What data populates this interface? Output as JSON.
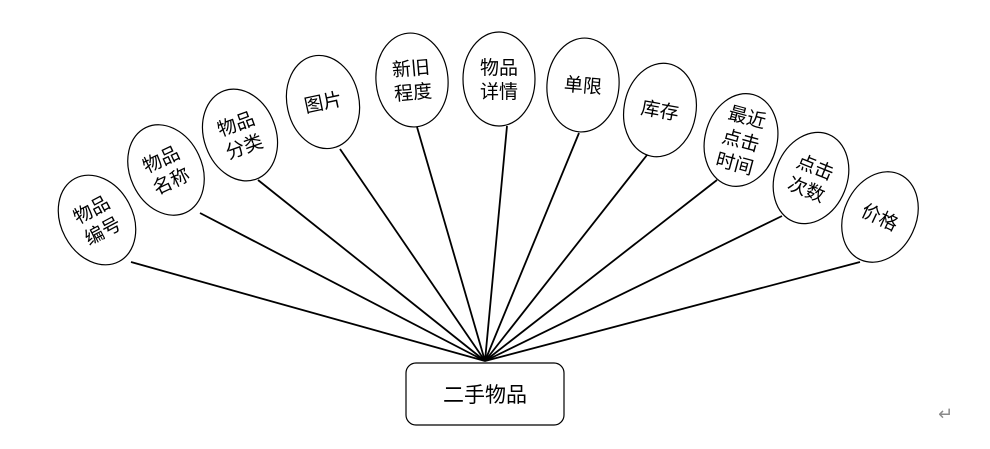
{
  "entity": {
    "label": "二手物品"
  },
  "attributes": [
    {
      "lines": [
        "物品",
        "编号"
      ]
    },
    {
      "lines": [
        "物品",
        "名称"
      ]
    },
    {
      "lines": [
        "物品",
        "分类"
      ]
    },
    {
      "lines": [
        "图片"
      ]
    },
    {
      "lines": [
        "新旧",
        "程度"
      ]
    },
    {
      "lines": [
        "物品",
        "详情"
      ]
    },
    {
      "lines": [
        "单限"
      ]
    },
    {
      "lines": [
        "库存"
      ]
    },
    {
      "lines": [
        "最近",
        "点击",
        "时间"
      ]
    },
    {
      "lines": [
        "点击",
        "次数"
      ]
    },
    {
      "lines": [
        "价格"
      ]
    }
  ],
  "paragraph_mark": "↵"
}
